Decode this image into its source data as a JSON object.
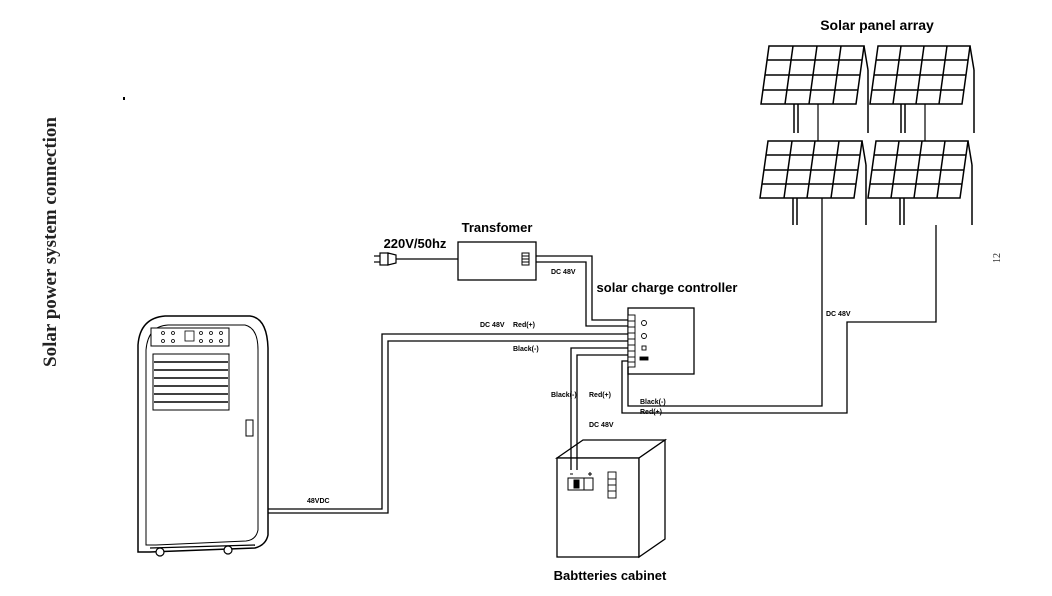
{
  "side_title": "Solar power system connection",
  "page_number": "12",
  "labels": {
    "solar_array": "Solar panel array",
    "transformer": "Transfomer",
    "mains": "220V/50hz",
    "controller": "solar charge controller",
    "battery_cabinet": "Babtteries cabinet"
  },
  "wire_labels": {
    "dc_trans": "DC 48V",
    "dc_ac": "DC 48V",
    "red_ac": "Red(+)",
    "black_ac": "Black(-)",
    "dc_panel": "DC 48V",
    "black_bat": "Black(-)",
    "red_bat": "Red(+)",
    "dc_bat": "DC 48V",
    "black_panel": "Black(-)",
    "red_panel": "Red(+)",
    "vdc_ac": "48VDC"
  }
}
